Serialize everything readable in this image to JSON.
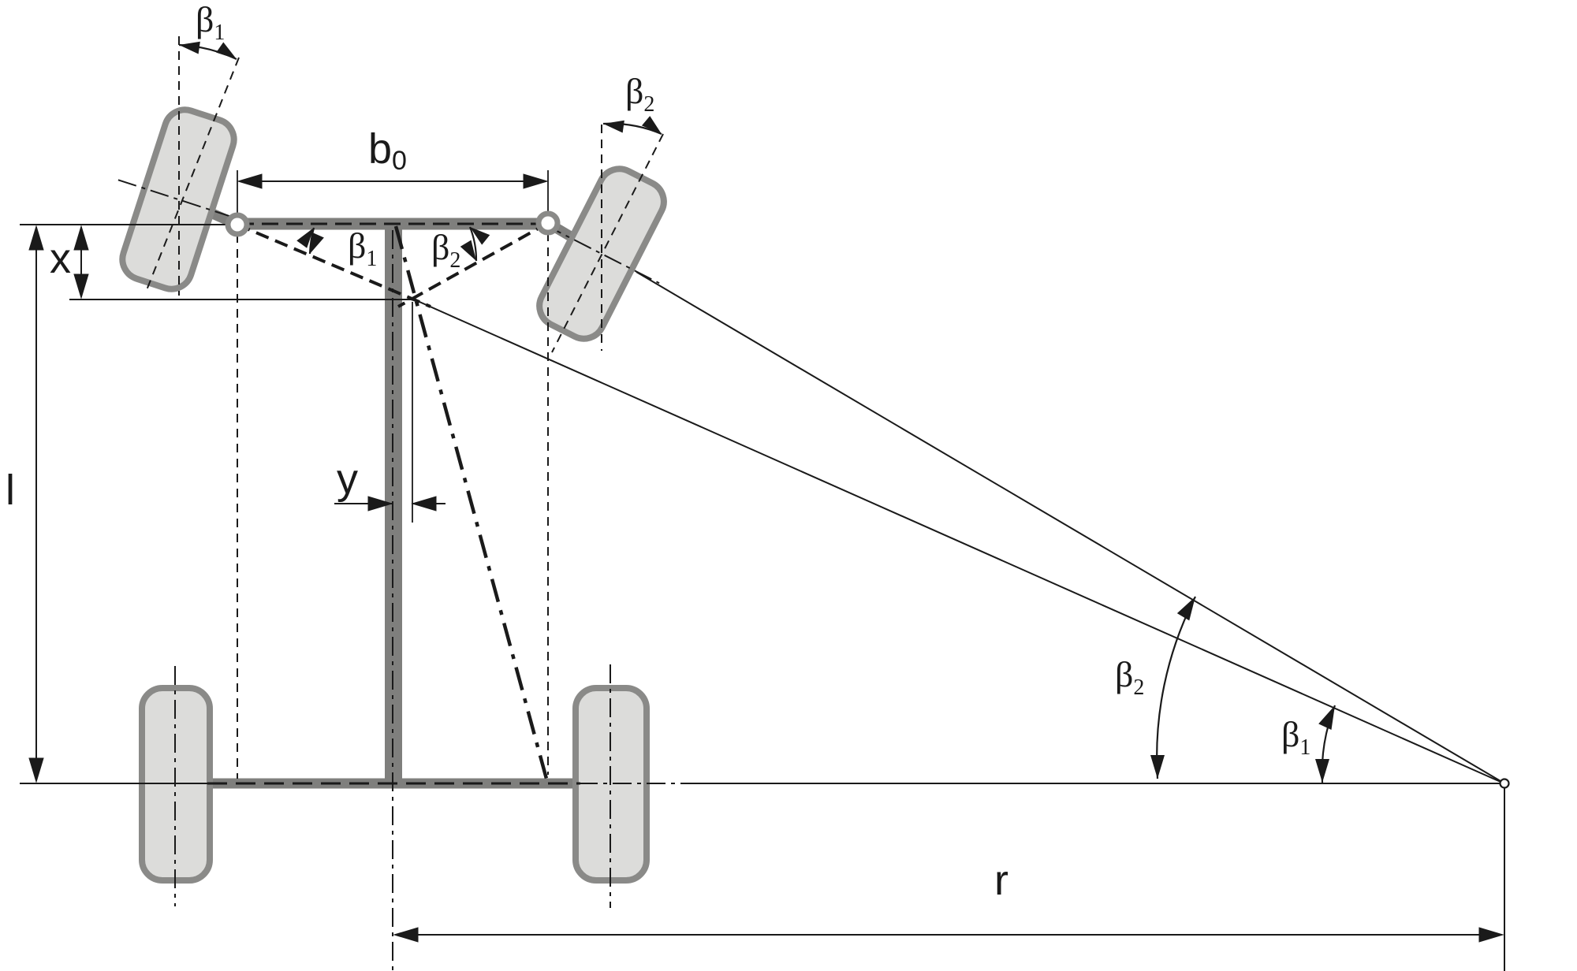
{
  "diagram": {
    "title": "Ackermann steering geometry schematic (top view of vehicle with steered front wheels, turning centre and dimensions)",
    "labels": {
      "beta1": {
        "base": "β",
        "sub": "1"
      },
      "beta2": {
        "base": "β",
        "sub": "2"
      },
      "b0": {
        "base": "b",
        "sub": "0"
      },
      "x": "x",
      "y": "y",
      "l": "l",
      "r": "r"
    },
    "colors": {
      "background": "#ffffff",
      "wheel_fill": "#dcdcda",
      "wheel_stroke": "#8a8a88",
      "chassis_bar": "#7f7f7d",
      "line_black": "#1a1a1a"
    },
    "icons": {
      "kingpin_joint": "white circle with gray ring",
      "turning_center": "small white circle with black ring",
      "dimension_arrow": "solid black triangle"
    }
  }
}
